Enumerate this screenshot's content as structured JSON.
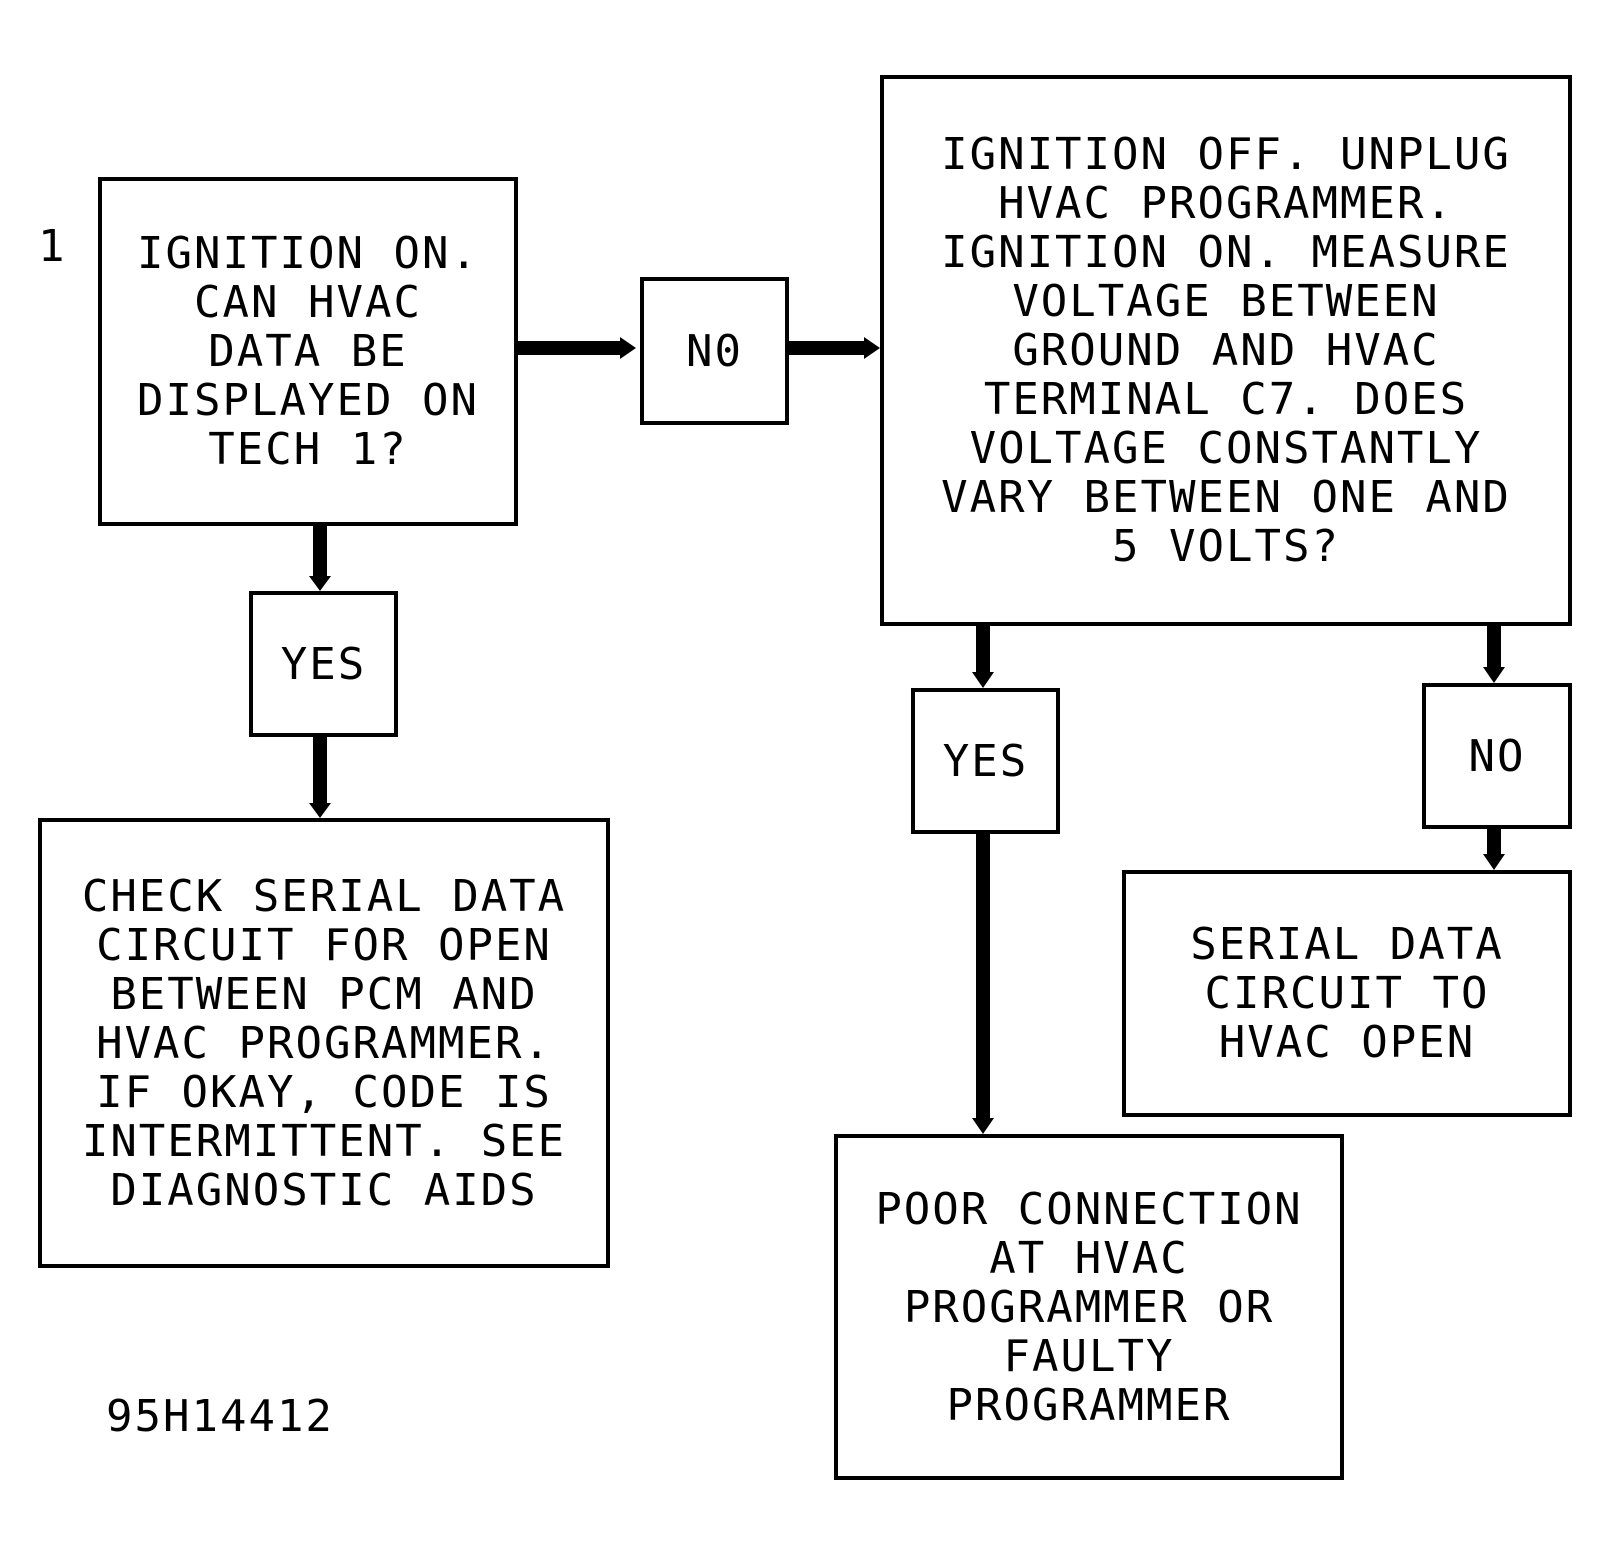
{
  "step_number": "1",
  "figure_id": "95H14412",
  "boxes": {
    "start": [
      "IGNITION ON.",
      "CAN HVAC",
      "DATA BE",
      "DISPLAYED ON",
      "TECH 1?"
    ],
    "no1": [
      "N0"
    ],
    "measure": [
      "IGNITION OFF. UNPLUG",
      "HVAC PROGRAMMER.",
      "IGNITION ON. MEASURE",
      "VOLTAGE BETWEEN",
      "GROUND AND HVAC",
      "TERMINAL C7. DOES",
      "VOLTAGE CONSTANTLY",
      "VARY BETWEEN ONE AND",
      "5 VOLTS?"
    ],
    "yes1": [
      "YES"
    ],
    "check": [
      "CHECK SERIAL DATA",
      "CIRCUIT FOR OPEN",
      "BETWEEN PCM AND",
      "HVAC PROGRAMMER.",
      "IF OKAY, CODE IS",
      "INTERMITTENT. SEE",
      "DIAGNOSTIC AIDS"
    ],
    "yes2": [
      "YES"
    ],
    "no2": [
      "NO"
    ],
    "open": [
      "SERIAL DATA",
      "CIRCUIT TO",
      "HVAC OPEN"
    ],
    "poor": [
      "POOR CONNECTION",
      "AT HVAC",
      "PROGRAMMER OR",
      "FAULTY",
      "PROGRAMMER"
    ]
  }
}
